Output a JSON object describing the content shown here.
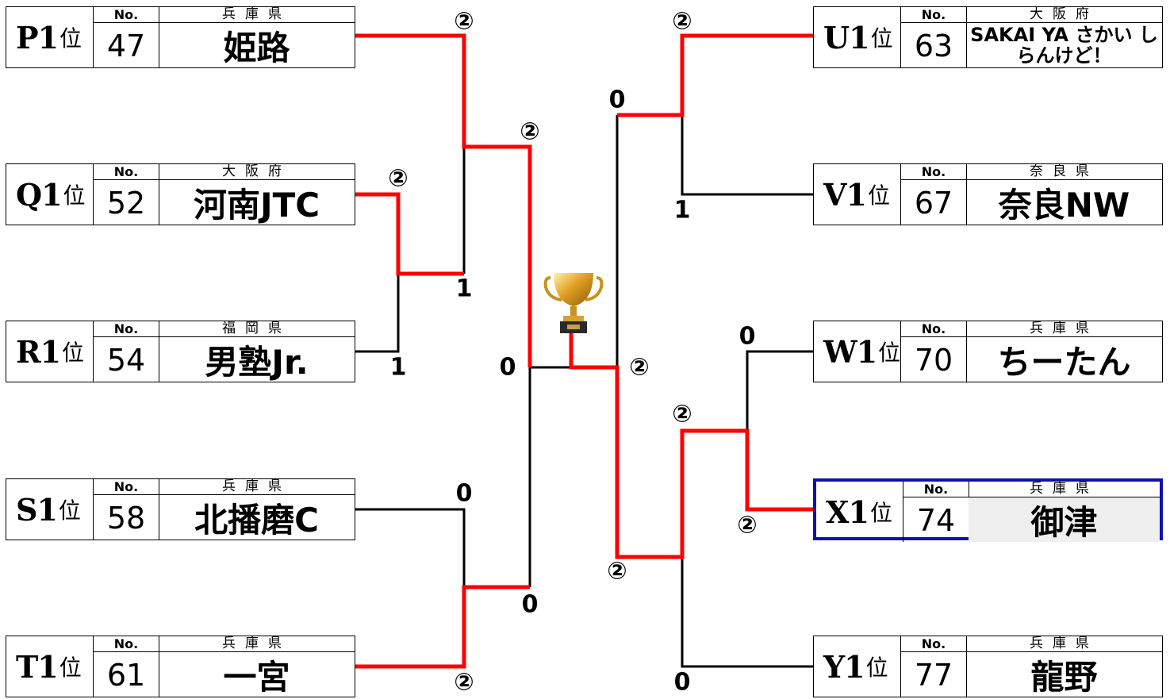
{
  "header_labels": {
    "no": "No."
  },
  "teams": [
    {
      "code": "P1",
      "pos": "位",
      "no": "47",
      "prefecture": "兵庫県",
      "name": "姫路",
      "highlight": false
    },
    {
      "code": "Q1",
      "pos": "位",
      "no": "52",
      "prefecture": "大阪府",
      "name": "河南JTC",
      "highlight": false
    },
    {
      "code": "R1",
      "pos": "位",
      "no": "54",
      "prefecture": "福岡県",
      "name": "男塾Jr.",
      "highlight": false
    },
    {
      "code": "S1",
      "pos": "位",
      "no": "58",
      "prefecture": "兵庫県",
      "name": "北播磨C",
      "highlight": false
    },
    {
      "code": "T1",
      "pos": "位",
      "no": "61",
      "prefecture": "兵庫県",
      "name": "一宮",
      "highlight": false
    },
    {
      "code": "U1",
      "pos": "位",
      "no": "63",
      "prefecture": "大阪府",
      "name": "SAKAI YA さかい しらんけど！",
      "highlight": false
    },
    {
      "code": "V1",
      "pos": "位",
      "no": "67",
      "prefecture": "奈良県",
      "name": "奈良NW",
      "highlight": false
    },
    {
      "code": "W1",
      "pos": "位",
      "no": "70",
      "prefecture": "兵庫県",
      "name": "ちーたん",
      "highlight": false
    },
    {
      "code": "X1",
      "pos": "位",
      "no": "74",
      "prefecture": "兵庫県",
      "name": "御津",
      "highlight": true
    },
    {
      "code": "Y1",
      "pos": "位",
      "no": "77",
      "prefecture": "兵庫県",
      "name": "龍野",
      "highlight": false
    }
  ],
  "scores": {
    "p1_r1": "②",
    "q1_r1": "②",
    "r1_r1": "1",
    "qr_r2": "1",
    "left_semi_top": "②",
    "s1_r1": "0",
    "t1_r1": "②",
    "st_r2": "0",
    "left_final": "0",
    "right_final": "②",
    "u1_r1": "②",
    "v1_r1": "1",
    "uv_r2": "0",
    "w1_r1": "0",
    "x1_r1": "②",
    "wx_r2": "②",
    "y1_r1": "0",
    "right_semi_bottom": "②"
  },
  "colors": {
    "win_line": "#ff0000",
    "lose_line": "#000000",
    "highlight_border": "#1010b0"
  },
  "icons": {
    "trophy": "trophy-icon"
  }
}
